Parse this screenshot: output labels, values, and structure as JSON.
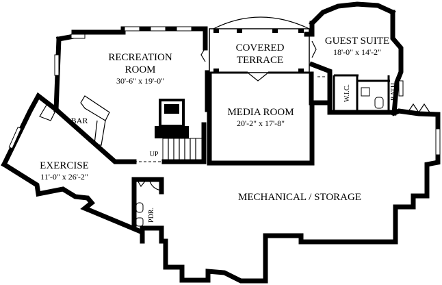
{
  "rooms": {
    "recreation": {
      "name_line1": "RECREATION",
      "name_line2": "ROOM",
      "dims": "30'-6\" x 19'-0\""
    },
    "covered_terrace": {
      "name_line1": "COVERED",
      "name_line2": "TERRACE"
    },
    "guest_suite": {
      "name": "GUEST SUITE",
      "dims": "18'-0\" x 14'-2\""
    },
    "media": {
      "name": "MEDIA ROOM",
      "dims": "20'-2\" x 17'-8\""
    },
    "exercise": {
      "name": "EXERCISE",
      "dims": "11'-0\" x 26'-2\""
    },
    "mechanical": {
      "name": "MECHANICAL / STORAGE"
    },
    "bar": {
      "name": "BAR"
    },
    "wic": {
      "name": "W.I.C."
    },
    "bath": {
      "name": "BATH"
    },
    "powder": {
      "name": "PDR."
    }
  },
  "stair": {
    "label": "UP"
  }
}
